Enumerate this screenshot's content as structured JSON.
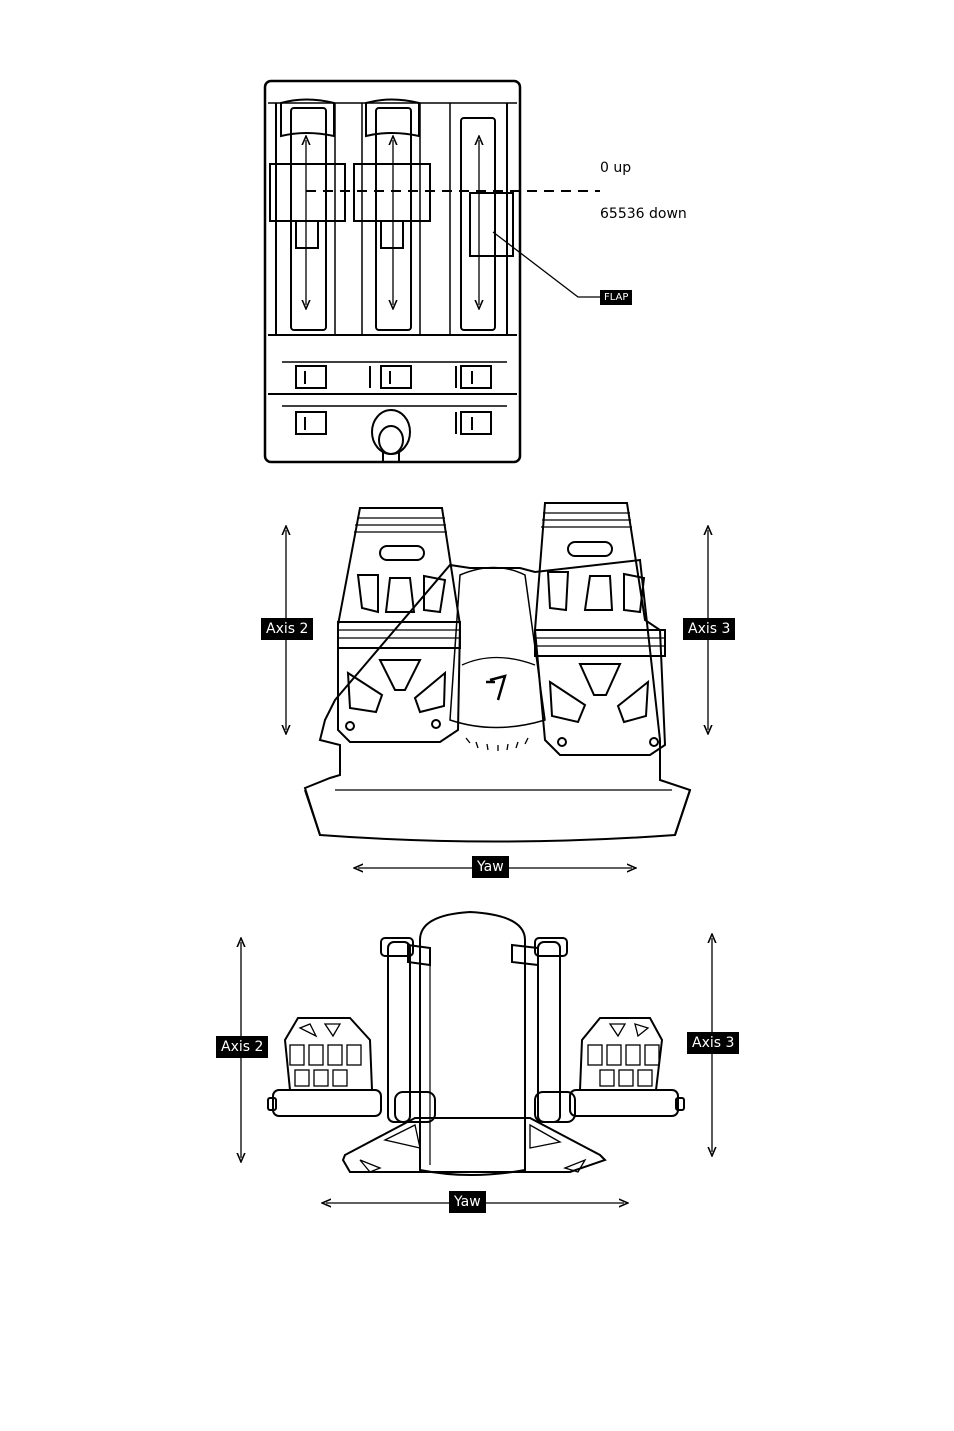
{
  "throttle_panel": {
    "flap_up_label": "0 up",
    "flap_down_label": "65536 down",
    "flap_tag": "FLAP"
  },
  "rudder_pedals_front": {
    "axis_left": "Axis 2",
    "axis_right": "Axis 3",
    "yaw": "Yaw"
  },
  "rudder_pedals_side": {
    "axis_left": "Axis 2",
    "axis_right": "Axis 3",
    "yaw": "Yaw"
  }
}
